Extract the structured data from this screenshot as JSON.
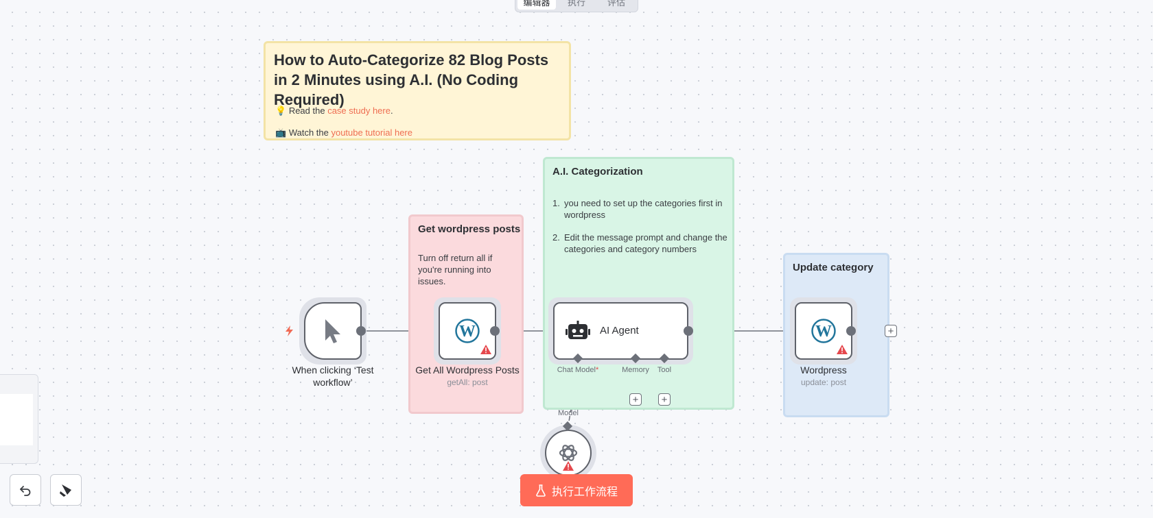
{
  "tabs": [
    {
      "label": "编辑器",
      "active": true
    },
    {
      "label": "执行",
      "active": false
    },
    {
      "label": "评估",
      "active": false
    }
  ],
  "intro_note": {
    "title": "How to Auto-Categorize 82 Blog Posts in 2 Minutes using A.I. (No Coding Required)",
    "line1_prefix": "Read the ",
    "line1_link": "case study here",
    "line1_suffix": ".",
    "line2_prefix": "Watch the ",
    "line2_link": "youtube tutorial here"
  },
  "notes": {
    "get_posts": {
      "title": "Get wordpress posts",
      "text": "Turn off return all if you're running into issues."
    },
    "ai_categorization": {
      "title": "A.I. Categorization",
      "items": [
        "you need to set up the categories first in wordpress",
        "Edit the message prompt and change the categories and category numbers"
      ]
    },
    "update_category": {
      "title": "Update category"
    }
  },
  "nodes": {
    "trigger": {
      "label": "When clicking ‘Test workflow’",
      "icon": "pointer-icon"
    },
    "get_posts": {
      "label": "Get All Wordpress Posts",
      "subtitle": "getAll: post",
      "icon": "wordpress-icon"
    },
    "ai_agent": {
      "label": "AI Agent",
      "icon": "robot-icon",
      "ports": {
        "chat_model": "Chat Model",
        "chat_model_required": "*",
        "memory": "Memory",
        "tool": "Tool"
      }
    },
    "wordpress": {
      "label": "Wordpress",
      "subtitle": "update: post",
      "icon": "wordpress-icon"
    },
    "openai_model": {
      "port_label": "Model",
      "icon": "openai-icon"
    }
  },
  "run_button": {
    "label": "执行工作流程"
  },
  "colors": {
    "accent": "#ff6b57",
    "link": "#ef6e52",
    "node_border": "#5e6169",
    "warning": "#e5484d",
    "wordpress": "#21759b"
  }
}
